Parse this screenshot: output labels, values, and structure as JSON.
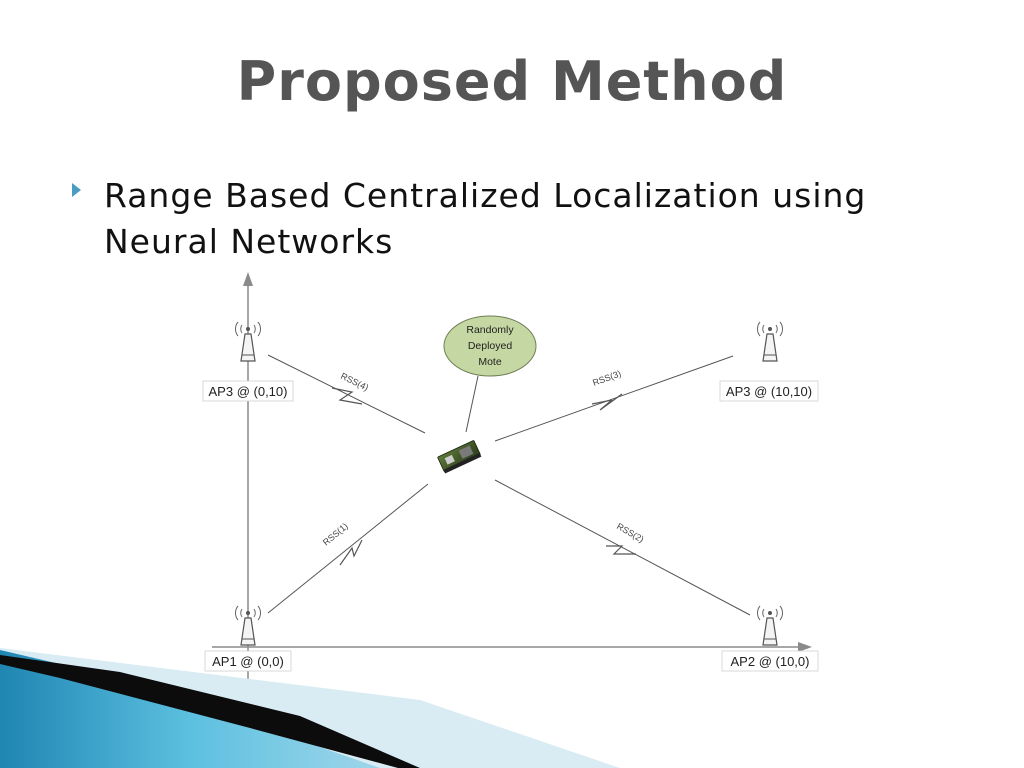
{
  "slide": {
    "title": "Proposed Method",
    "bullets": [
      {
        "text": "Range Based Centralized Localization using Neural Networks"
      }
    ]
  },
  "diagram": {
    "mote_callout": [
      "Randomly",
      "Deployed",
      "Mote"
    ],
    "access_points": [
      {
        "label": "AP3 @ (0,10)"
      },
      {
        "label": "AP3 @ (10,10)"
      },
      {
        "label": "AP1 @ (0,0)"
      },
      {
        "label": "AP2 @  (10,0)"
      }
    ],
    "rss_labels": {
      "ap1": "RSS(1)",
      "ap2": "RSS(2)",
      "ap3_right": "RSS(3)",
      "ap3_left": "RSS(4)"
    }
  },
  "colors": {
    "title": "#555555",
    "bullet_marker": "#4a9cc0",
    "callout_fill": "#c5d7a2",
    "callout_stroke": "#6e7f55",
    "swoosh_dark": "#0c0c0c",
    "swoosh_blue": "#3f9fc4",
    "swoosh_light": "#d9ecf4"
  }
}
